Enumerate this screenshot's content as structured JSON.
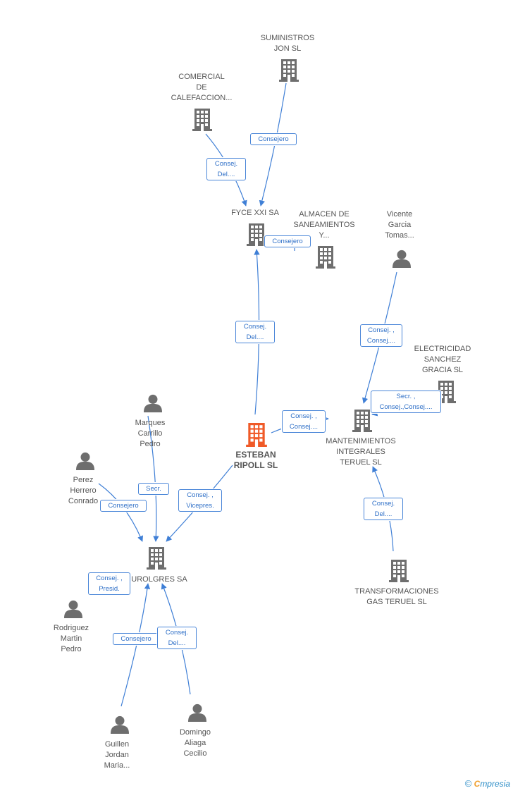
{
  "colors": {
    "edge": "#3f7fd6",
    "company": "#6e6e6e",
    "main": "#f05a28",
    "person": "#6e6e6e"
  },
  "nodes": {
    "suministros": "SUMINISTROS\nJON SL",
    "comercial": "COMERCIAL\nDE\nCALEFACCION...",
    "fyce": "FYCE XXI SA",
    "almacen": "ALMACEN DE\nSANEAMIENTOS\nY...",
    "vicente": "Vicente\nGarcia\nTomas...",
    "electricidad": "ELECTRICIDAD\nSANCHEZ\nGRACIA  SL",
    "esteban": "ESTEBAN\nRIPOLL SL",
    "mantenimientos": "MANTENIMIENTOS\nINTEGRALES\nTERUEL SL",
    "marques": "Marques\nCarrillo\nPedro",
    "perez": "Perez\nHerrero\nConrado",
    "urolgres": "UROLGRES SA",
    "rodriguez": "Rodriguez\nMartin\nPedro",
    "transformaciones": "TRANSFORMACIONES\nGAS TERUEL SL",
    "guillen": "Guillen\nJordan\nMaria...",
    "domingo": "Domingo\nAliaga\nCecilio"
  },
  "edges": {
    "suministros_fyce": "Consejero",
    "comercial_fyce": "Consej.\nDel....",
    "almacen_fyce": "Consejero",
    "esteban_fyce": "Consej.\nDel....",
    "vicente_mant": "Consej. ,\nConsej....",
    "electricidad_mant": "Secr. ,\nConsej.,Consej....",
    "esteban_mant": "Consej. ,\nConsej....",
    "transf_mant": "Consej.\nDel....",
    "marques_urol": "Secr.",
    "perez_urol": "Consejero",
    "esteban_urol": "Consej. ,\nVicepres.",
    "rodriguez_urol": "Consej. ,\nPresid.",
    "guillen_urol": "Consejero",
    "domingo_urol": "Consej.\nDel...."
  },
  "footer": {
    "copyright": "©",
    "brand_initial": "C",
    "brand_rest": "mpresia"
  }
}
